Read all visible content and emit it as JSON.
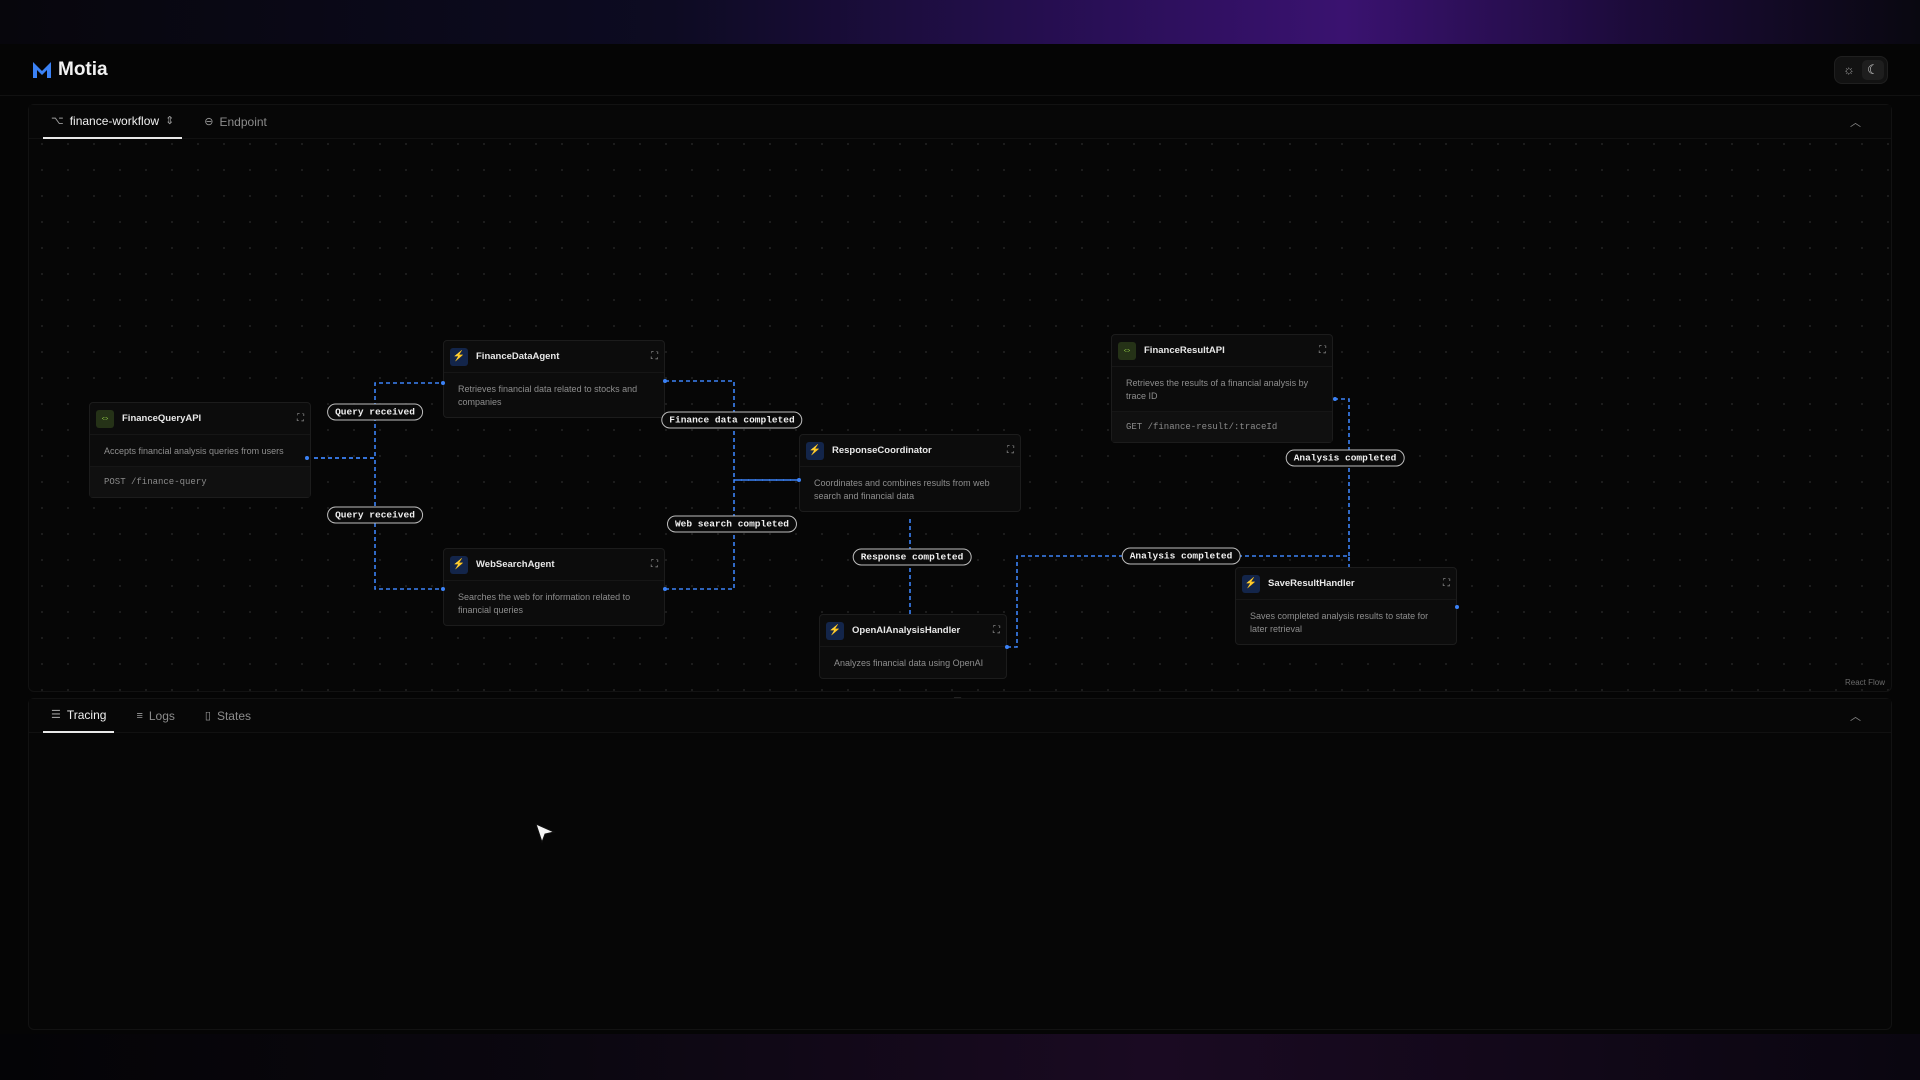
{
  "app": {
    "name": "Motia"
  },
  "theme_toggle": {
    "light_icon": "sun-icon",
    "dark_icon": "moon-icon",
    "selected": "dark"
  },
  "flow_tabs": [
    {
      "label": "finance-workflow",
      "icon": "workflow-icon",
      "active": true
    },
    {
      "label": "Endpoint",
      "icon": "link-icon",
      "active": false
    }
  ],
  "nodes": {
    "finance_query_api": {
      "title": "FinanceQueryAPI",
      "type": "api",
      "description": "Accepts financial analysis queries from users",
      "route": "POST /finance-query"
    },
    "finance_data_agent": {
      "title": "FinanceDataAgent",
      "type": "event",
      "description": "Retrieves financial data related to stocks and companies"
    },
    "web_search_agent": {
      "title": "WebSearchAgent",
      "type": "event",
      "description": "Searches the web for information related to financial queries"
    },
    "response_coordinator": {
      "title": "ResponseCoordinator",
      "type": "event",
      "description": "Coordinates and combines results from web search and financial data"
    },
    "openai_analysis_handler": {
      "title": "OpenAIAnalysisHandler",
      "type": "event",
      "description": "Analyzes financial data using OpenAI"
    },
    "finance_result_api": {
      "title": "FinanceResultAPI",
      "type": "api",
      "description": "Retrieves the results of a financial analysis by trace ID",
      "route": "GET /finance-result/:traceId"
    },
    "save_result_handler": {
      "title": "SaveResultHandler",
      "type": "event",
      "description": "Saves completed analysis results to state for later retrieval"
    }
  },
  "edge_labels": {
    "query_received_1": "Query received",
    "query_received_2": "Query received",
    "finance_data_completed": "Finance data completed",
    "web_search_completed": "Web search completed",
    "response_completed": "Response completed",
    "analysis_completed_1": "Analysis completed",
    "analysis_completed_2": "Analysis completed"
  },
  "flow_attribution": "React Flow",
  "bottom_tabs": [
    {
      "label": "Tracing",
      "icon": "tracing-icon",
      "active": true
    },
    {
      "label": "Logs",
      "icon": "list-icon",
      "active": false
    },
    {
      "label": "States",
      "icon": "file-icon",
      "active": false
    }
  ],
  "colors": {
    "edge": "#3b82f6",
    "api_accent": "#9ad94a",
    "event_accent": "#5a8ef0",
    "brand": "#3b82f6"
  }
}
